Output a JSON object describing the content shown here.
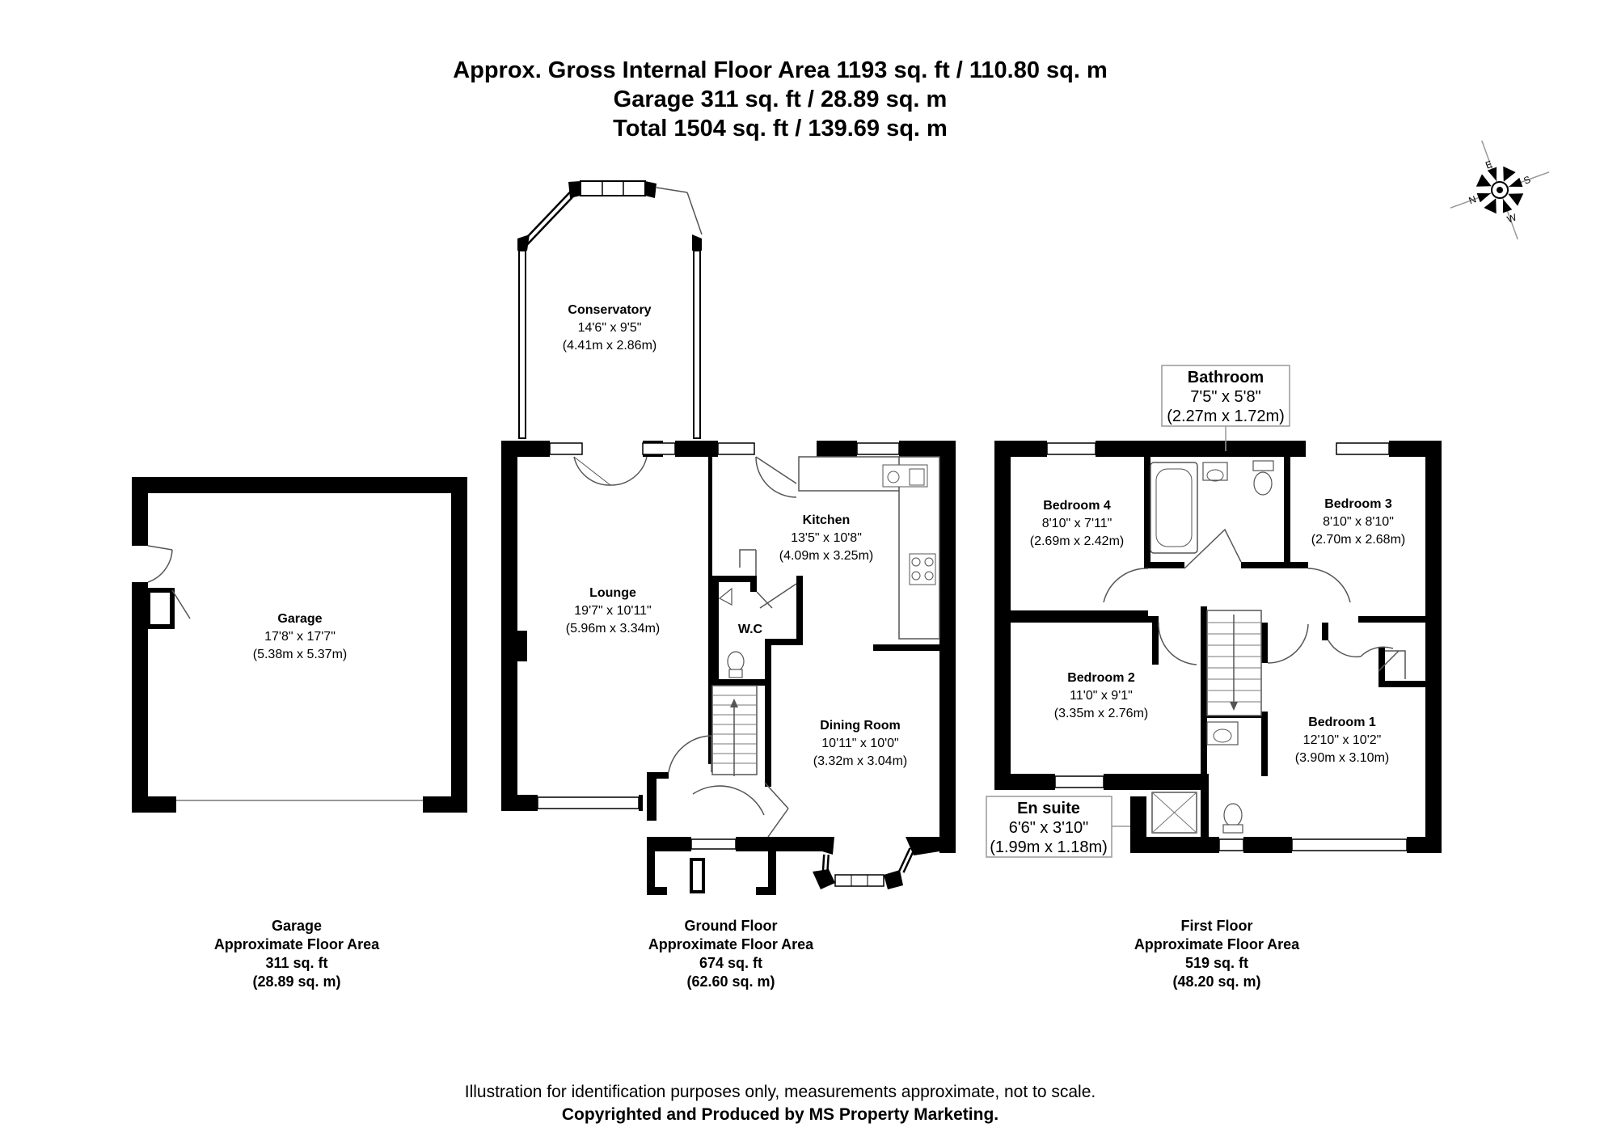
{
  "header": {
    "line1": "Approx. Gross Internal Floor Area 1193 sq. ft / 110.80 sq. m",
    "line2": "Garage 311 sq. ft / 28.89 sq. m",
    "line3": "Total 1504 sq. ft / 139.69 sq. m"
  },
  "compass": {
    "n": "N",
    "e": "E",
    "s": "S",
    "w": "W"
  },
  "rooms": {
    "conservatory": {
      "name": "Conservatory",
      "imperial": "14'6\" x 9'5\"",
      "metric": "(4.41m x 2.86m)"
    },
    "garage": {
      "name": "Garage",
      "imperial": "17'8\" x 17'7\"",
      "metric": "(5.38m x 5.37m)"
    },
    "lounge": {
      "name": "Lounge",
      "imperial": "19'7\" x 10'11\"",
      "metric": "(5.96m x 3.34m)"
    },
    "kitchen": {
      "name": "Kitchen",
      "imperial": "13'5\" x 10'8\"",
      "metric": "(4.09m x 3.25m)"
    },
    "wc": {
      "name": "W.C"
    },
    "dining": {
      "name": "Dining Room",
      "imperial": "10'11\" x 10'0\"",
      "metric": "(3.32m x 3.04m)"
    },
    "bathroom": {
      "name": "Bathroom",
      "imperial": "7'5\" x 5'8\"",
      "metric": "(2.27m x 1.72m)"
    },
    "bedroom4": {
      "name": "Bedroom 4",
      "imperial": "8'10\" x 7'11\"",
      "metric": "(2.69m x 2.42m)"
    },
    "bedroom3": {
      "name": "Bedroom 3",
      "imperial": "8'10\" x 8'10\"",
      "metric": "(2.70m x 2.68m)"
    },
    "bedroom2": {
      "name": "Bedroom 2",
      "imperial": "11'0\" x 9'1\"",
      "metric": "(3.35m x 2.76m)"
    },
    "bedroom1": {
      "name": "Bedroom 1",
      "imperial": "12'10\" x 10'2\"",
      "metric": "(3.90m x 3.10m)"
    },
    "ensuite": {
      "name": "En suite",
      "imperial": "6'6\" x 3'10\"",
      "metric": "(1.99m x 1.18m)"
    }
  },
  "floors": {
    "garage": {
      "title": "Garage",
      "label": "Approximate Floor Area",
      "sqft": "311 sq. ft",
      "sqm": "(28.89 sq. m)"
    },
    "ground": {
      "title": "Ground Floor",
      "label": "Approximate Floor Area",
      "sqft": "674 sq. ft",
      "sqm": "(62.60 sq. m)"
    },
    "first": {
      "title": "First Floor",
      "label": "Approximate Floor Area",
      "sqft": "519 sq. ft",
      "sqm": "(48.20 sq. m)"
    }
  },
  "footer": {
    "disclaimer": "Illustration for identification purposes only, measurements approximate, not to scale.",
    "copyright": "Copyrighted  and Produced by MS Property Marketing."
  },
  "colors": {
    "wall": "#000000",
    "thin_line": "#555555",
    "window": "#ffffff"
  }
}
